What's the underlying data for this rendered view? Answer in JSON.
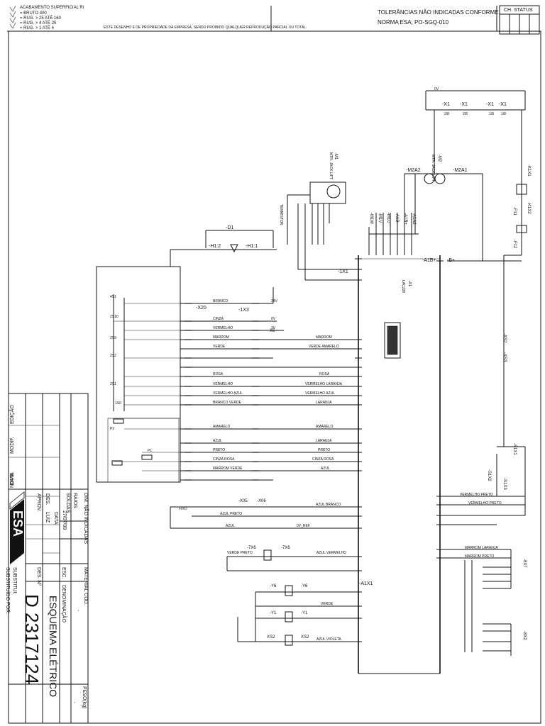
{
  "header": {
    "finish_title": "ACABAMENTO SUPERFICIAL Ri",
    "finish_items": [
      "= BRUTO 400",
      "= RUG. > 25 ATÉ 160",
      "= RUG. > 4 ATÉ 25",
      "= RUG. > 1 ATÉ 4"
    ],
    "property_note": "ESTE DESENHO É DE PROPRIEDADE DA EMPRESA, SENDO PROIBIDO QUALQUER REPRODUÇÃO PARCIAL OU TOTAL.",
    "tolerance_line1": "TOLERÂNCIAS NÃO INDICADAS CONFORME",
    "tolerance_line2": "NORMA  ESA; PO-SGQ-010",
    "status_label": "CH. STATUS"
  },
  "title_block": {
    "edicao": "EDIÇÃO",
    "modif": "MODIF.",
    "data": "DATA",
    "nome": "NOME",
    "dim": "DIM. NÃO INDICADAS",
    "raios": "RAIOS",
    "soldas": "SOLDAS",
    "material": "MATERIAL COD.",
    "material_value": "-",
    "aprov": "APROV.",
    "des": "DES.",
    "des_value": "LUIZ",
    "data_label": "DATA",
    "data_value": "27/07/09",
    "esc": "ESC.",
    "des_n": "DES. Nº",
    "denominacao": "DENOMINAÇÃO",
    "denominacao_value": "ESQUEMA ELÉTRICO",
    "drawing_number": "D 2317124",
    "peso": "PESO(kg)",
    "peso_value": "-",
    "substitui": "SUBSTITUI:",
    "substituido": "SUBSTITUÍDO POR:",
    "logo_text": "ESA"
  },
  "diagram": {
    "top_nodes": [
      "-X1",
      "-X1",
      "-X1",
      "-X1"
    ],
    "top_pins": [
      "2/8",
      "2/8",
      "1/8",
      "1/8"
    ],
    "supply": "0V",
    "motor_labels": [
      "-M1",
      "MTR. JACK LIFT",
      "-M2",
      "MTR. JACK LIFT",
      "-M2A2",
      "-M2A1"
    ],
    "right_labels": [
      "-K1X1",
      "-K1X2",
      "-F11",
      "-F12",
      "-A1B+",
      "-B+",
      "-A1",
      "LAC228"
    ],
    "x1_terminals": [
      "-M1W",
      "-M1V",
      "-M1U",
      "-A1B-",
      "-A1B+",
      "-A1A2"
    ],
    "x_labels": [
      "-X20",
      "-1X3",
      "-1X1",
      "-A1X1"
    ],
    "left_contacts": [
      "4S1",
      "2S10",
      "2S9",
      "2S2",
      "2S1",
      "1S0",
      "P2",
      "P1"
    ],
    "wire_colors_left": [
      "BRANCO",
      "CINZA",
      "VERMELHO",
      "MARROM",
      "VERDE",
      "ROSA",
      "VERMELHO",
      "VERMELHO AZUL",
      "BRANCO VERDE",
      "AMARELO",
      "AZUL",
      "PRETO",
      "CINZA ROSA",
      "MARROM VERDE"
    ],
    "wire_colors_right": [
      "MARROM",
      "VERDE AMARELO",
      "ROSA",
      "VERMELHO LARANJA",
      "VERMELHO AZUL",
      "LARANJA",
      "AMARELO",
      "LARANJA",
      "PRETO",
      "CINZA ROSA",
      "AZUL"
    ],
    "lower_labels": [
      "-X05",
      "-X06",
      "AZUL BRANCO",
      "AZUL PRETO",
      "AZUL",
      "-7X6",
      "-7X6",
      "VERDE PRETO",
      "-Y6",
      "-Y6",
      "-Y1",
      "-Y1",
      "XS2",
      "XS2",
      "AZUL VERMELHO",
      "VERDE",
      "AZUL VIOLETA"
    ],
    "right_lower": [
      "-S1X1",
      "-S1X2",
      "-S1X3",
      "VERMELHO PRETO",
      "VERMELHO PRETO",
      "MARROM LARANJA",
      "MARROM PRETO",
      "-8X7",
      "-8X2",
      "-XS2",
      "-XS3"
    ],
    "misc": [
      "TERMISTOR",
      "-H1:2",
      "-H1:1",
      "-X6",
      "-D1",
      "24V",
      "0V",
      "3V",
      "0V_REF",
      "FIXO"
    ]
  }
}
